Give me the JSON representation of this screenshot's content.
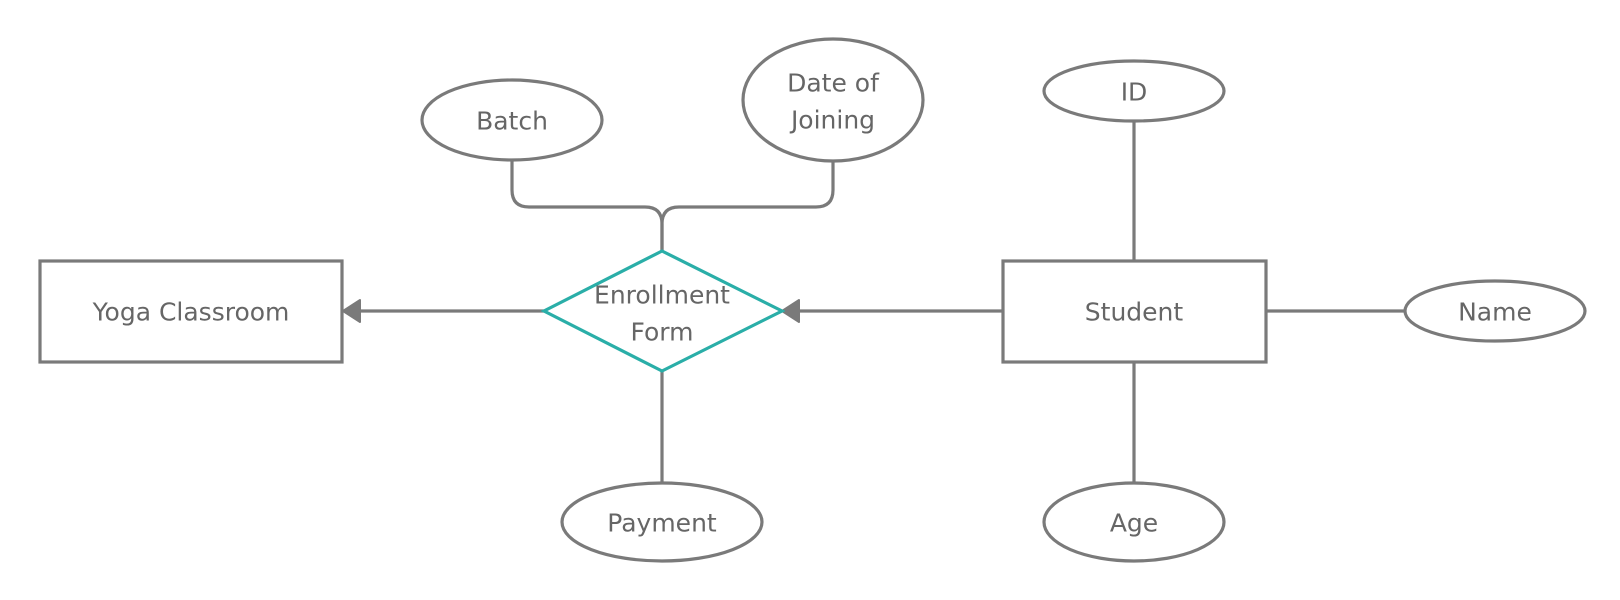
{
  "diagram": {
    "entities": {
      "yoga_classroom": "Yoga Classroom",
      "student": "Student"
    },
    "relationship": {
      "line1": "Enrollment",
      "line2": "Form"
    },
    "attributes": {
      "batch": "Batch",
      "date_of_joining_line1": "Date of",
      "date_of_joining_line2": "Joining",
      "payment": "Payment",
      "id": "ID",
      "name": "Name",
      "age": "Age"
    }
  },
  "colors": {
    "stroke": "#7a7a7a",
    "relationship_stroke": "#2aaea8",
    "text": "#666666",
    "background": "#ffffff"
  }
}
